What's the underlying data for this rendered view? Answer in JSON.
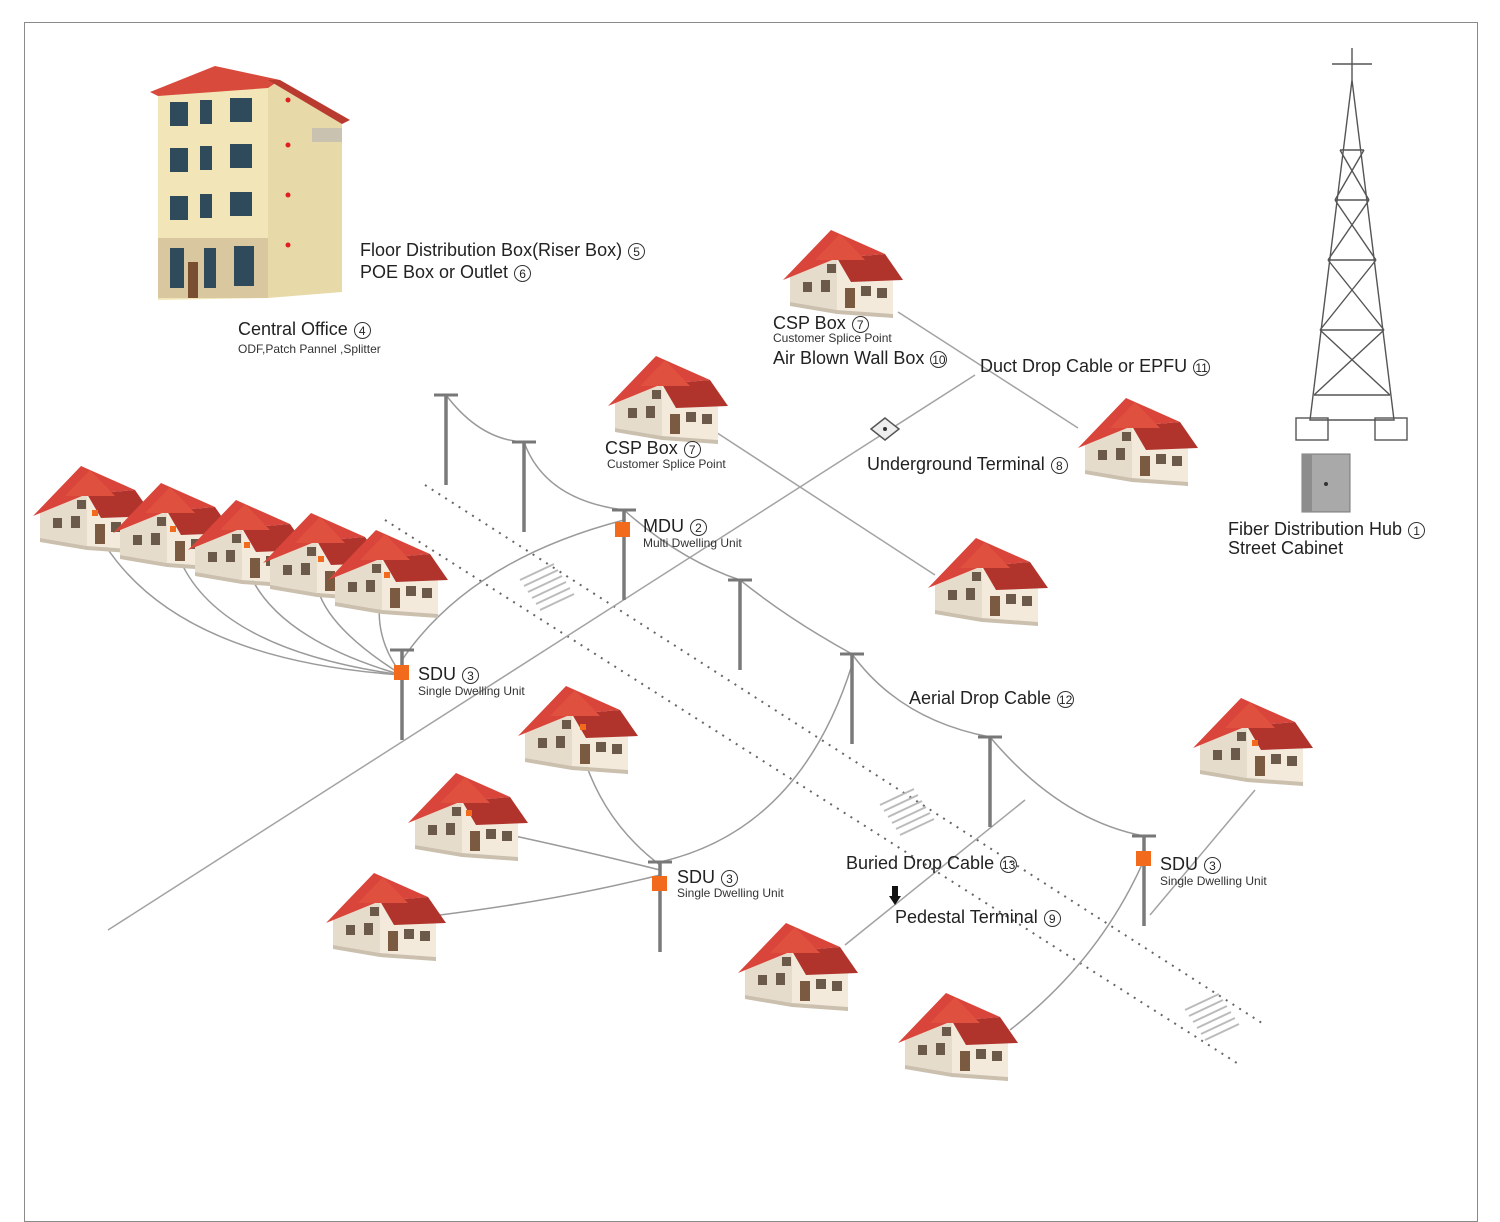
{
  "colors": {
    "roof": "#d9453a",
    "roof_dark": "#b1342c",
    "wall": "#f1e7d8",
    "wall_shade": "#ded1bd",
    "terminal": "#f26b1d",
    "pole": "#777777",
    "cable": "#9a9a9a",
    "road": "#555555"
  },
  "labels": {
    "floor_box": "Floor Distribution Box(Riser Box)",
    "floor_box_num": "5",
    "poe": "POE Box or Outlet",
    "poe_num": "6",
    "central_office": "Central Office",
    "central_office_num": "4",
    "central_office_sub": "ODF,Patch Pannel ,Splitter",
    "csp_top": "CSP Box",
    "csp_top_num": "7",
    "csp_top_sub": "Customer Splice Point",
    "air_blown": "Air Blown Wall Box",
    "air_blown_num": "10",
    "duct_drop": "Duct Drop Cable or EPFU",
    "duct_drop_num": "11",
    "csp_mid": "CSP Box",
    "csp_mid_num": "7",
    "csp_mid_sub": "Customer Splice Point",
    "underground": "Underground Terminal",
    "underground_num": "8",
    "mdu": "MDU",
    "mdu_num": "2",
    "mdu_sub": "Multi Dwelling Unit",
    "fiber_hub": "Fiber Distribution Hub",
    "fiber_hub_num": "1",
    "street_cabinet": "Street Cabinet",
    "sdu_left": "SDU",
    "sdu_left_num": "3",
    "sdu_left_sub": "Single Dwelling Unit",
    "aerial_drop": "Aerial Drop Cable",
    "aerial_drop_num": "12",
    "sdu_mid": "SDU",
    "sdu_mid_num": "3",
    "sdu_mid_sub": "Single Dwelling Unit",
    "buried_drop": "Buried Drop Cable",
    "buried_drop_num": "13",
    "pedestal": "Pedestal Terminal",
    "pedestal_num": "9",
    "sdu_right": "SDU",
    "sdu_right_num": "3",
    "sdu_right_sub": "Single Dwelling Unit"
  }
}
